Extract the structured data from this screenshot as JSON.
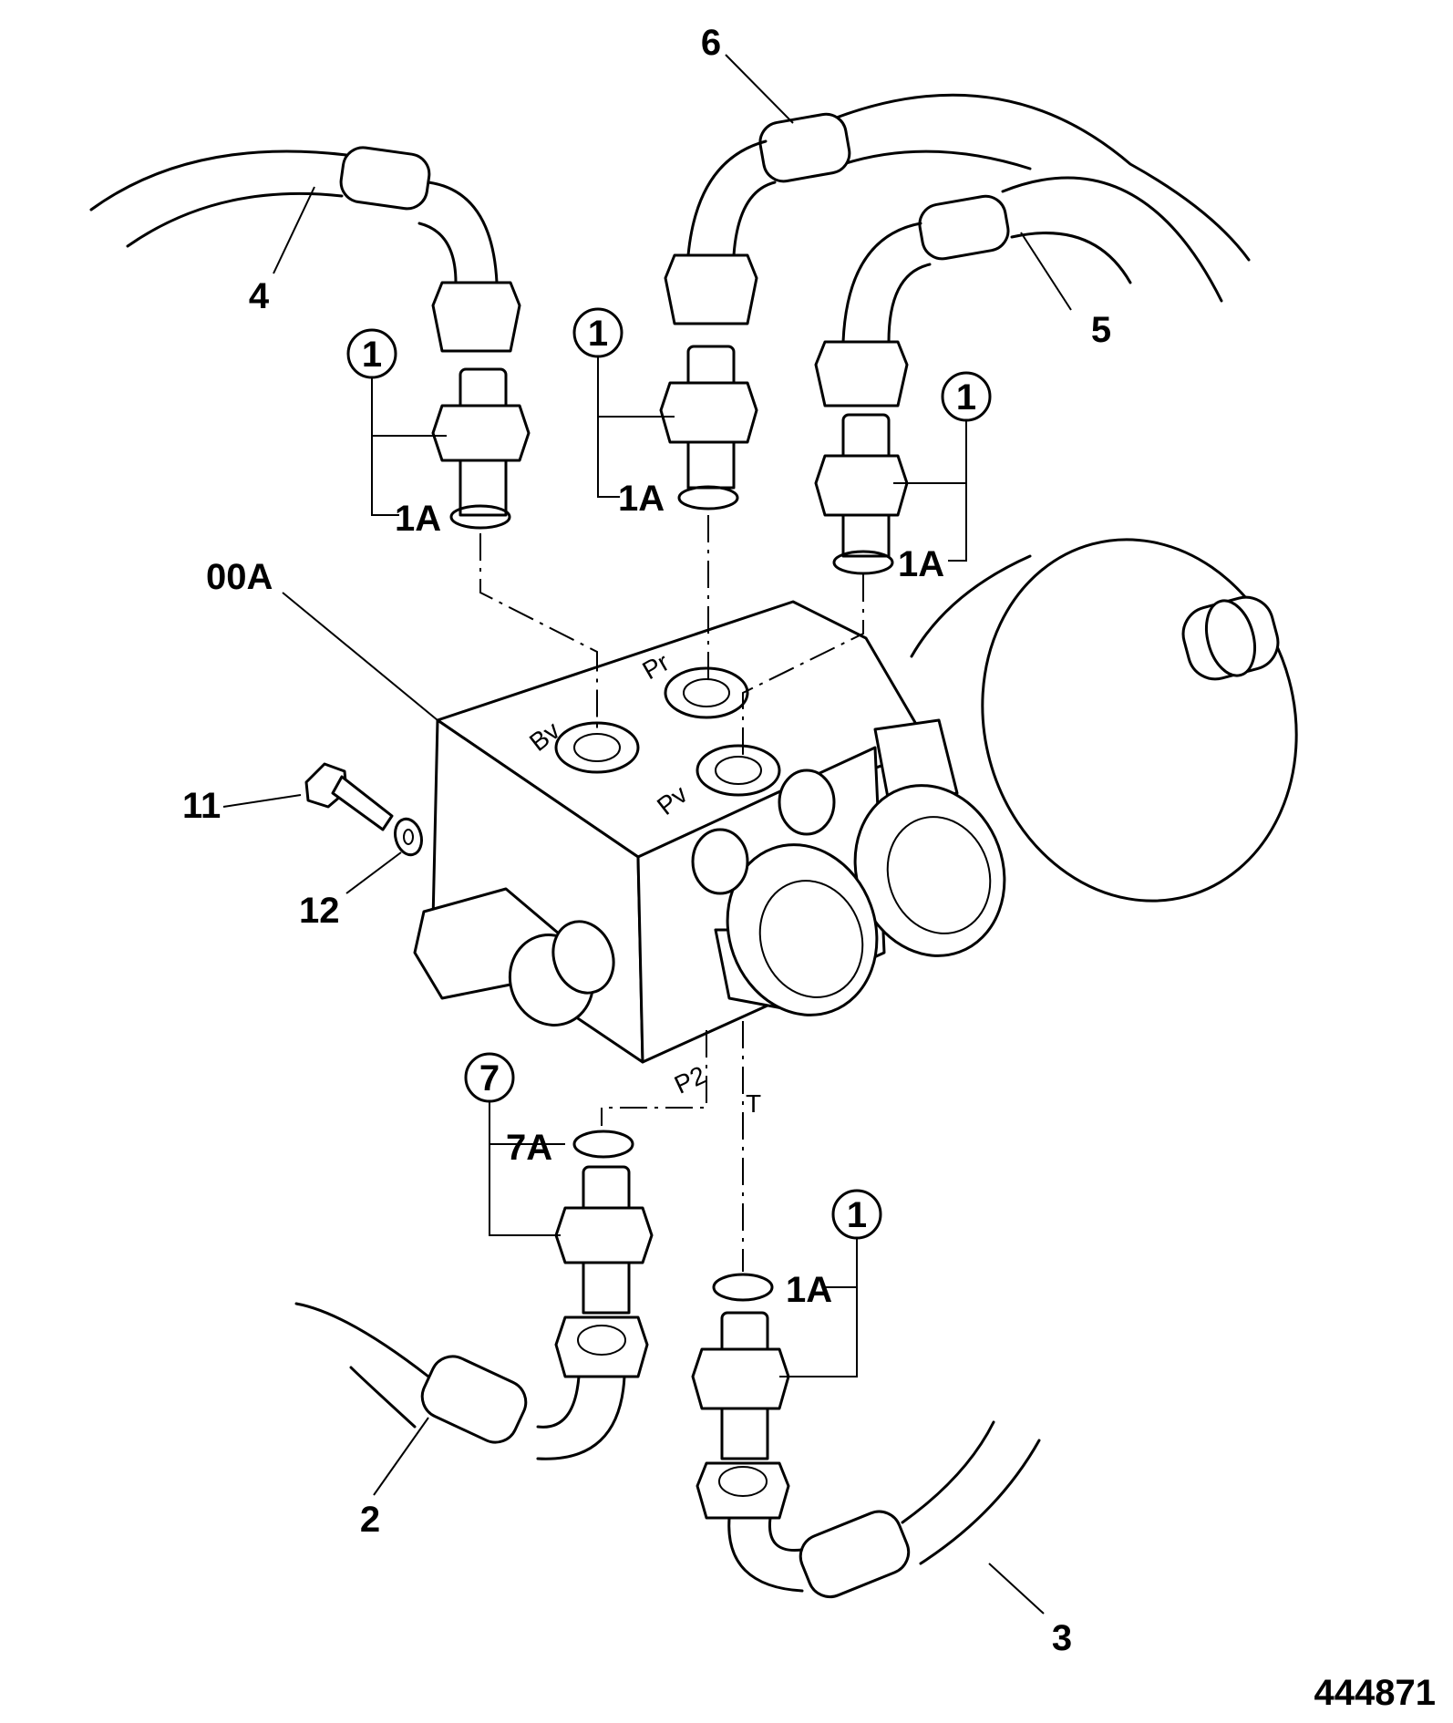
{
  "labels": {
    "l6": "6",
    "l4": "4",
    "l5": "5",
    "c1_a": "1",
    "c1_b": "1",
    "c1_c": "1",
    "c1_d": "1",
    "c7": "7",
    "a1_a": "1A",
    "a1_b": "1A",
    "a1_c": "1A",
    "a1_d": "1A",
    "a7": "7A",
    "l00a": "00A",
    "l11": "11",
    "l12": "12",
    "l2": "2",
    "l3": "3"
  },
  "ports": {
    "bv": "Bv",
    "pr": "Pr",
    "pv": "Pv",
    "p2": "P2",
    "t": "T"
  },
  "figure_number": "444871"
}
